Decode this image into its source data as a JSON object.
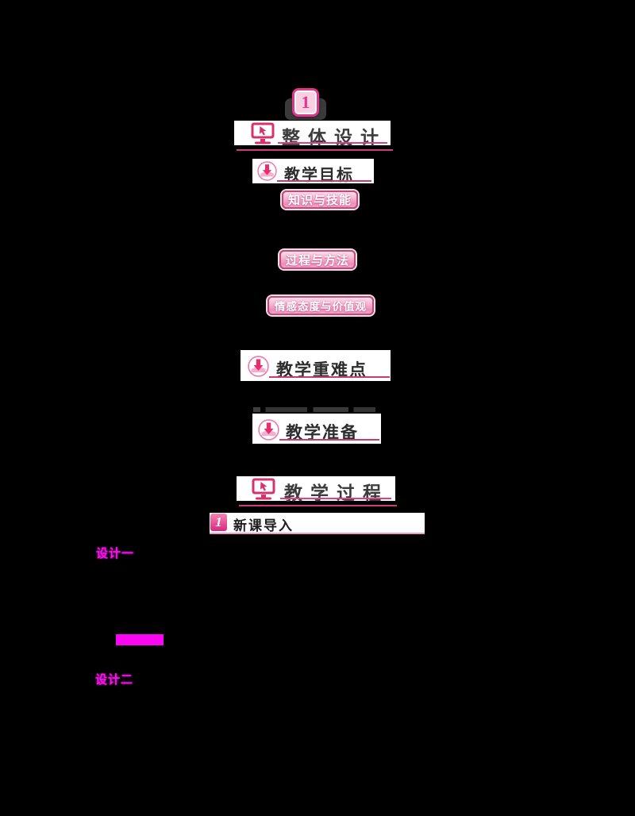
{
  "page": {
    "background": "#000000"
  },
  "colors": {
    "accent_pink": "#d6336c",
    "header_underline": "#cf3d80",
    "tag_border": "#c04a79",
    "tag_gradient_top": "#fce0ec",
    "tag_gradient_bottom": "#ec8cb7",
    "margin_magenta": "#f711ec",
    "header_text": "#3c3c3c"
  },
  "chapter_badge": {
    "number": "1"
  },
  "overall_design": {
    "title": "整体设计",
    "icon": "monitor-cursor-icon"
  },
  "teaching_objectives": {
    "title": "教学目标",
    "icon": "download-arrow-icon"
  },
  "objective_tags": [
    {
      "label": "知识与技能"
    },
    {
      "label": "过程与方法"
    },
    {
      "label": "情感态度与价值观"
    }
  ],
  "key_points": {
    "title": "教学重难点",
    "icon": "download-arrow-icon"
  },
  "preparation": {
    "title": "教学准备",
    "icon": "download-arrow-icon"
  },
  "teaching_process": {
    "title": "教学过程",
    "icon": "monitor-cursor-icon"
  },
  "lesson_intro": {
    "number": "1",
    "title": "新课导入"
  },
  "margin_notes": {
    "note1": "设计一",
    "note2": "设计二"
  }
}
